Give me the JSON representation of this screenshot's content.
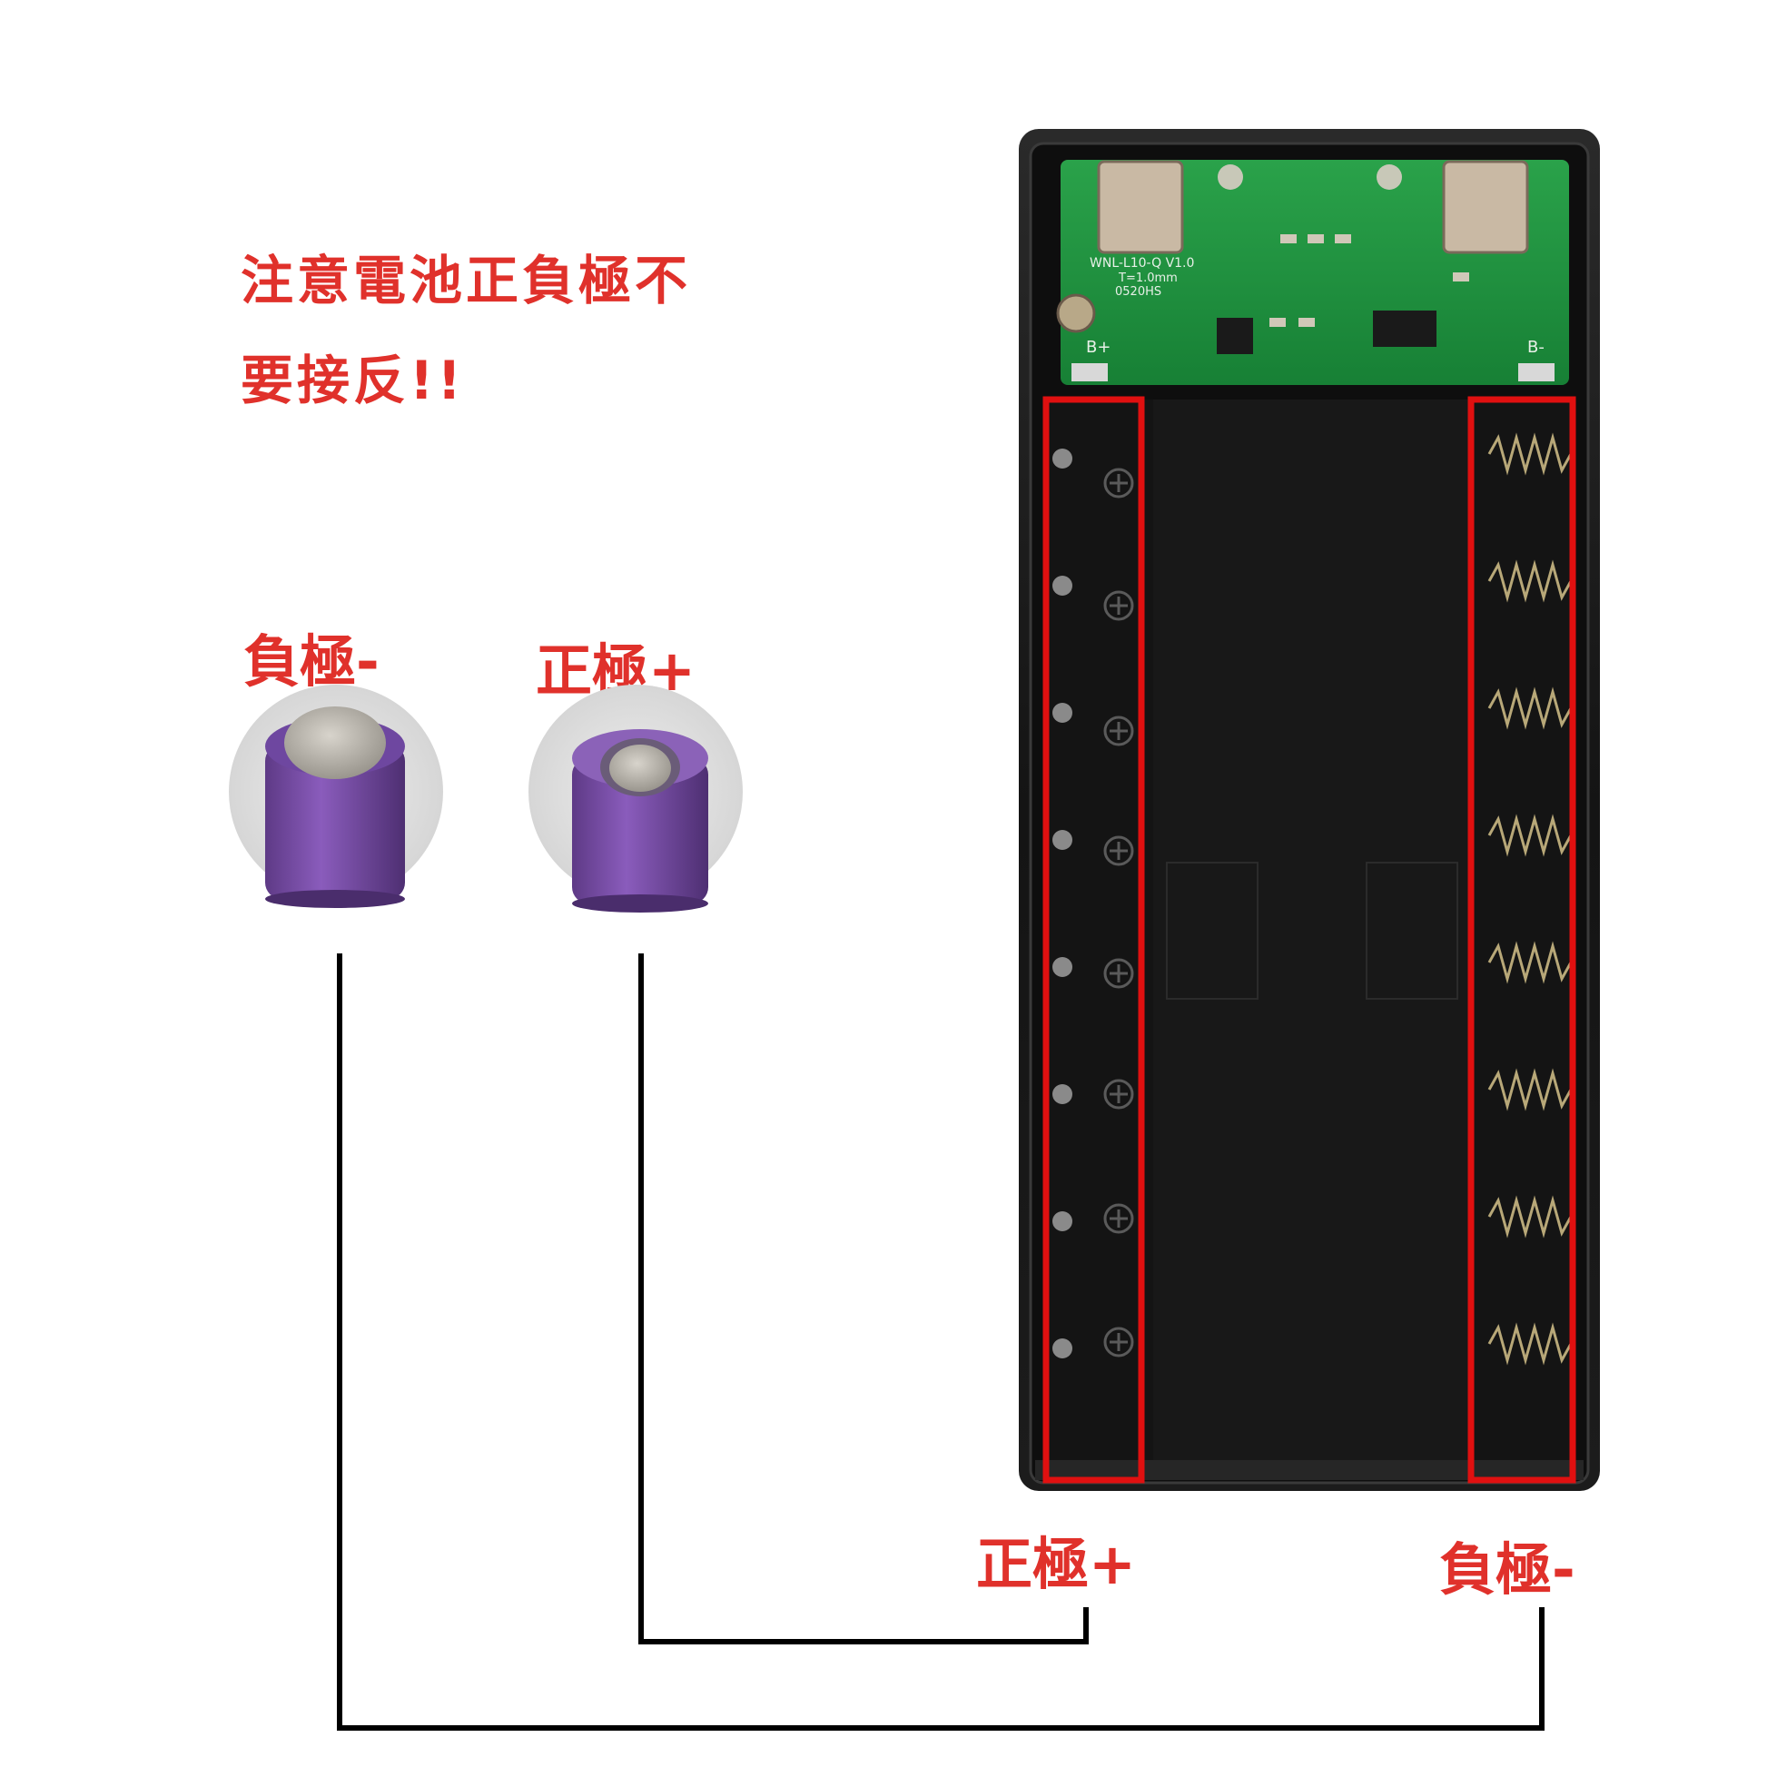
{
  "warning": {
    "line1": "注意電池正負極不",
    "line2": "要接反!!"
  },
  "legend": {
    "negative_label": "負極-",
    "positive_label": "正極+"
  },
  "box_labels": {
    "positive_label": "正極+",
    "negative_label": "負極-"
  },
  "pcb": {
    "board_text_1": "WNL-L10-Q V1.0",
    "board_text_2": "T=1.0mm",
    "board_text_3": "0520HS",
    "b_plus": "B+",
    "b_minus": "B-"
  },
  "colors": {
    "label_red": "#e0312b",
    "highlight_red": "#e01010",
    "battery_purple": "#7b4fa8",
    "pcb_green": "#1f8a3c",
    "case_dark": "#1b1b1b"
  }
}
